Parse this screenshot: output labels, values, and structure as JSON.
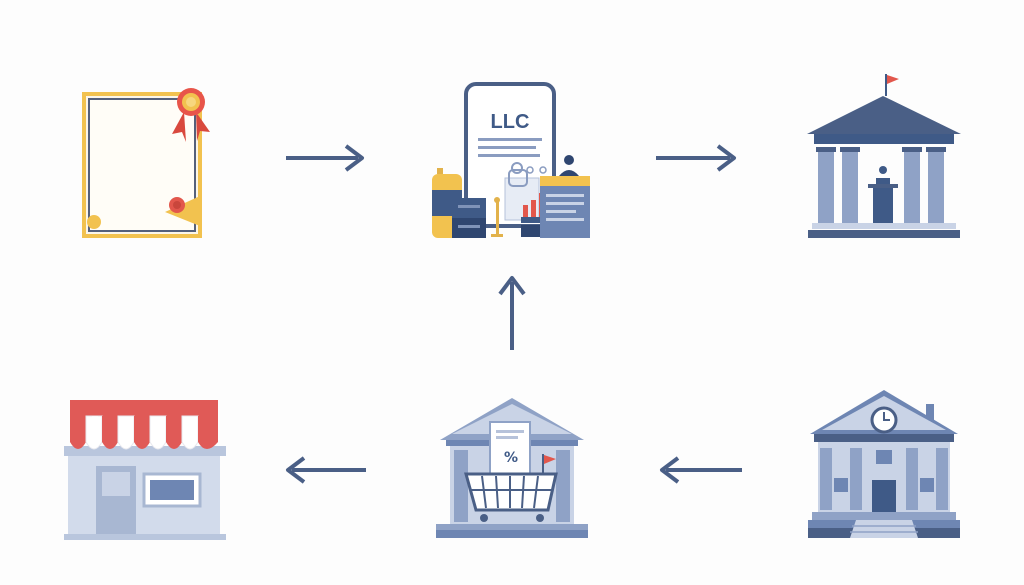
{
  "nodes": [
    {
      "id": "certificate",
      "icon": "certificate-icon"
    },
    {
      "id": "llc-registration",
      "icon": "llc-phone-documents-icon",
      "label": "LLC"
    },
    {
      "id": "government-building",
      "icon": "government-building-icon"
    },
    {
      "id": "storefront",
      "icon": "storefront-icon"
    },
    {
      "id": "bank-tax",
      "icon": "bank-shopping-cart-icon",
      "label": "%"
    },
    {
      "id": "city-hall",
      "icon": "city-hall-clock-icon"
    }
  ],
  "edges": [
    {
      "from": "certificate",
      "to": "llc-registration",
      "direction": "right"
    },
    {
      "from": "llc-registration",
      "to": "government-building",
      "direction": "right"
    },
    {
      "from": "bank-tax",
      "to": "llc-registration",
      "direction": "up"
    },
    {
      "from": "city-hall",
      "to": "bank-tax",
      "direction": "left"
    },
    {
      "from": "bank-tax",
      "to": "storefront",
      "direction": "left"
    }
  ],
  "colors": {
    "arrow": "#4a5f86",
    "navy": "#3f5a87",
    "slate": "#7f93b8",
    "light": "#c9d3e6",
    "gold": "#f2c24f",
    "red": "#e2574c",
    "awning": "#e05a57"
  }
}
